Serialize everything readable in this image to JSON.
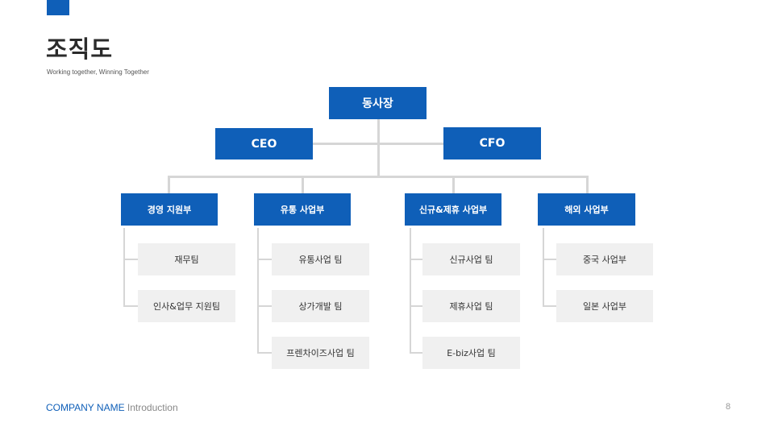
{
  "slide": {
    "title": "조직도",
    "subtitle": "Working together, Winning Together",
    "footer_company": "COMPANY NAME",
    "footer_intro": "Introduction",
    "page_number": "8"
  },
  "colors": {
    "accent": "#0F5FB8",
    "subbox": "#f0f0f0",
    "connector": "#d6d6d6"
  },
  "org": {
    "chairman": "동사장",
    "ceo": "CEO",
    "cfo": "CFO",
    "divisions": [
      {
        "name": "경영 지원부",
        "teams": [
          "재무팀",
          "인사&업무 지원팀"
        ]
      },
      {
        "name": "유통 사업부",
        "teams": [
          "유통사업 팀",
          "상가개발 팀",
          "프렌차이즈사업 팀"
        ]
      },
      {
        "name": "신규&제휴 사업부",
        "teams": [
          "신규사업 팀",
          "제휴사업 팀",
          "E-biz사업 팀"
        ]
      },
      {
        "name": "해외 사업부",
        "teams": [
          "중국 사업부",
          "일본 사업부"
        ]
      }
    ]
  }
}
